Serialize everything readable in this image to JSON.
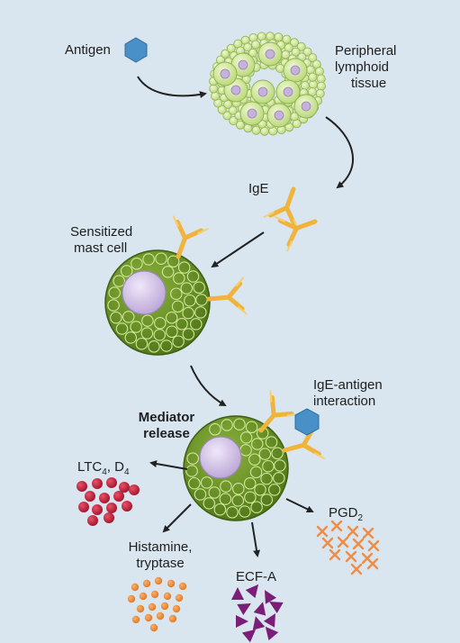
{
  "labels": {
    "antigen": "Antigen",
    "tissue_line1": "Peripheral",
    "tissue_line2": "lymphoid",
    "tissue_line3": "tissue",
    "ige": "IgE",
    "mast_line1": "Sensitized",
    "mast_line2": "mast cell",
    "ige_antigen_line1": "IgE-antigen",
    "ige_antigen_line2": "interaction",
    "mediator_line1": "Mediator",
    "mediator_line2": "release",
    "ltc_main": "LTC",
    "ltc_sub": "4",
    "ltc_rest": ", D",
    "ltc_sub2": "4",
    "pgd_main": "PGD",
    "pgd_sub": "2",
    "histamine_line1": "Histamine,",
    "histamine_line2": "tryptase",
    "ecf": "ECF-A"
  },
  "colors": {
    "background": "#d9e6ef",
    "antigen": "#4a90c8",
    "lymphoid_cell": "#d4ea9c",
    "lymphoid_nucleus": "#c6b0dc",
    "ige": "#f0b43c",
    "mast_cell": "#6e9628",
    "mast_nucleus": "#d4c4e8",
    "ltc": "#c8203c",
    "histamine": "#f08c32",
    "ecf": "#7a1e78",
    "pgd": "#f08c46"
  },
  "icons": {
    "antigen": "hexagon-icon",
    "ige": "y-antibody-icon"
  }
}
